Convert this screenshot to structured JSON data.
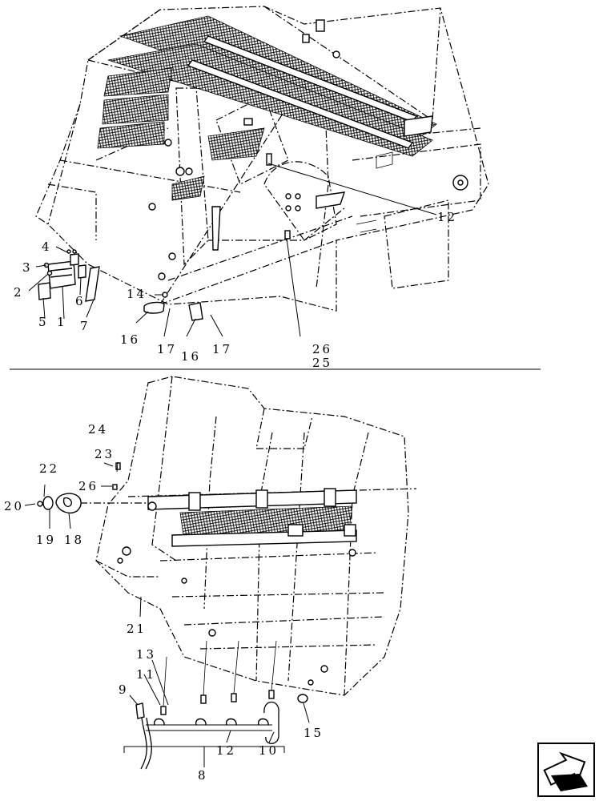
{
  "callouts": {
    "c1": "1",
    "c2": "2",
    "c3": "3",
    "c4": "4",
    "c5": "5",
    "c6": "6",
    "c7": "7",
    "c8": "8",
    "c9": "9",
    "c10": "10",
    "c11": "11",
    "c12a": "12",
    "c12b": "12",
    "c13": "13",
    "c14": "14",
    "c15": "15",
    "c16a": "16",
    "c16b": "16",
    "c17a": "17",
    "c17b": "17",
    "c18": "18",
    "c19": "19",
    "c20": "20",
    "c21": "21",
    "c22": "22",
    "c23": "23",
    "c24": "24",
    "c25": "25",
    "c26a": "26",
    "c26b": "26"
  },
  "icons": {
    "nav": "next-page-arrow-icon"
  }
}
